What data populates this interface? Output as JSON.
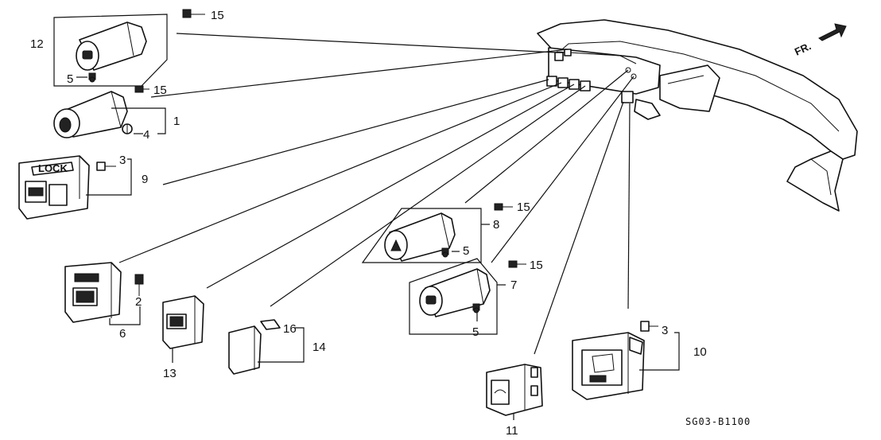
{
  "direction_label": "FR.",
  "diagram_code": "SG03-B1100",
  "callouts": {
    "c1": "1",
    "c2": "2",
    "c3a": "3",
    "c3b": "3",
    "c4": "4",
    "c5a": "5",
    "c5b": "5",
    "c5c": "5",
    "c6": "6",
    "c7": "7",
    "c8": "8",
    "c9": "9",
    "c10": "10",
    "c11": "11",
    "c12": "12",
    "c13": "13",
    "c14": "14",
    "c15a": "15",
    "c15b": "15",
    "c15c": "15",
    "c15d": "15",
    "c16": "16"
  }
}
